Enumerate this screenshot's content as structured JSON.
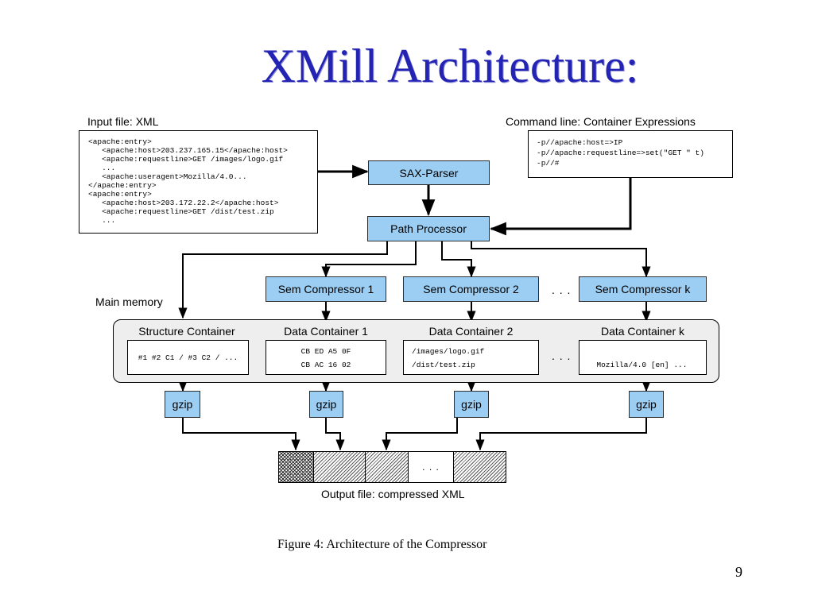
{
  "slide": {
    "title": "XMill Architecture:",
    "page_number": "9"
  },
  "input_file": {
    "label": "Input file: XML",
    "lines": [
      "<apache:entry>",
      "   <apache:host>203.237.165.15</apache:host>",
      "   <apache:requestline>GET /images/logo.gif",
      "   ...",
      "   <apache:useragent>Mozilla/4.0...",
      "</apache:entry>",
      "<apache:entry>",
      "   <apache:host>203.172.22.2</apache:host>",
      "   <apache:requestline>GET /dist/test.zip",
      "   ..."
    ]
  },
  "command_line": {
    "label": "Command line: Container Expressions",
    "lines": [
      "-p//apache:host=>IP",
      "-p//apache:requestline=>set(\"GET \" t)",
      "-p//#"
    ]
  },
  "nodes": {
    "sax_parser": "SAX-Parser",
    "path_processor": "Path Processor",
    "sem1": "Sem Compressor 1",
    "sem2": "Sem Compressor 2",
    "semk": "Sem Compressor k",
    "ellipsis": ". . ."
  },
  "main_memory": {
    "label": "Main memory",
    "structure_title": "Structure Container",
    "structure_content": "#1 #2 C1 / #3 C2 / ...",
    "data1_title": "Data Container 1",
    "data1_lines": [
      "CB ED A5 0F",
      "CB AC 16 02"
    ],
    "data2_title": "Data Container 2",
    "data2_lines": [
      "/images/logo.gif",
      "/dist/test.zip"
    ],
    "datak_title": "Data Container k",
    "datak_content": "Mozilla/4.0 [en] ...",
    "ellipsis": ". . ."
  },
  "gzip": {
    "label": "gzip"
  },
  "output": {
    "label": "Output file: compressed XML",
    "ellipsis": ". . ."
  },
  "caption": "Figure 4:  Architecture of the Compressor"
}
